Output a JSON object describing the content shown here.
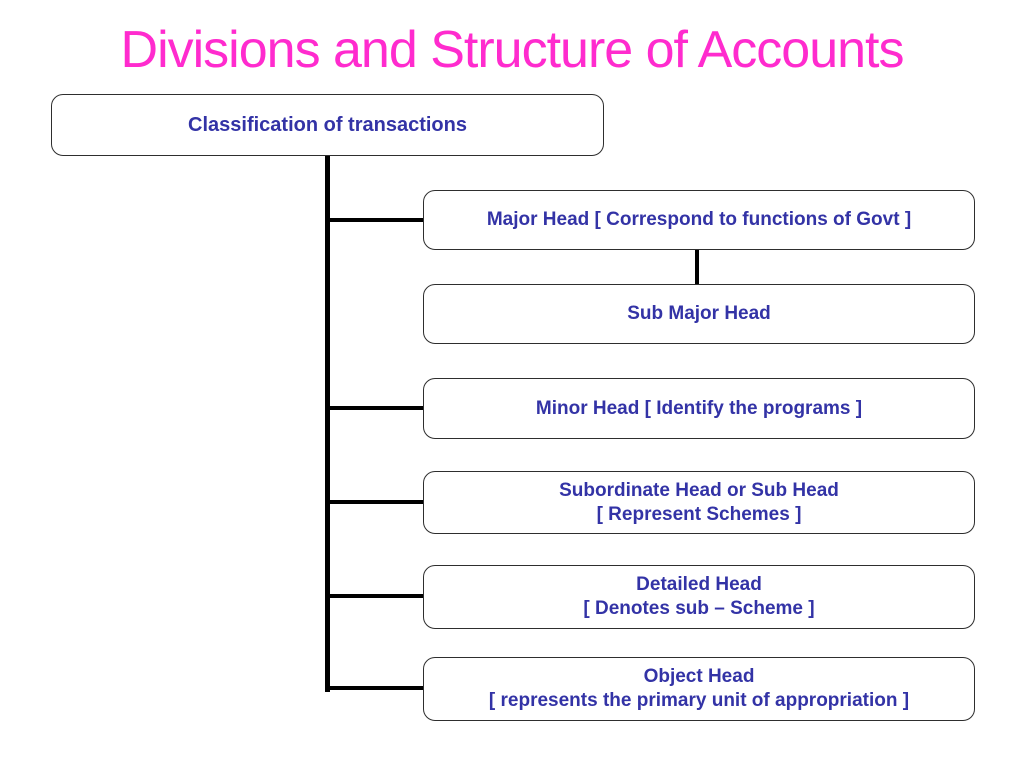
{
  "slide": {
    "title": "Divisions and Structure of Accounts",
    "colors": {
      "background": "#FFFFFF",
      "title_text": "#FF2BCE",
      "box_text": "#3333A6",
      "box_border": "#2E2E2E",
      "connector": "#000000"
    },
    "root_box": {
      "label": "Classification of transactions"
    },
    "boxes": [
      {
        "id": "major-head",
        "lines": [
          "Major Head [ Correspond to functions of Govt ]"
        ]
      },
      {
        "id": "sub-major-head",
        "lines": [
          "Sub Major Head"
        ]
      },
      {
        "id": "minor-head",
        "lines": [
          "Minor Head [ Identify the programs ]"
        ]
      },
      {
        "id": "subordinate-head",
        "lines": [
          "Subordinate Head or Sub Head",
          "[ Represent Schemes ]"
        ]
      },
      {
        "id": "detailed-head",
        "lines": [
          "Detailed Head",
          "[ Denotes sub – Scheme ]"
        ]
      },
      {
        "id": "object-head",
        "lines": [
          "Object Head",
          "[ represents the primary unit of appropriation ]"
        ]
      }
    ]
  }
}
